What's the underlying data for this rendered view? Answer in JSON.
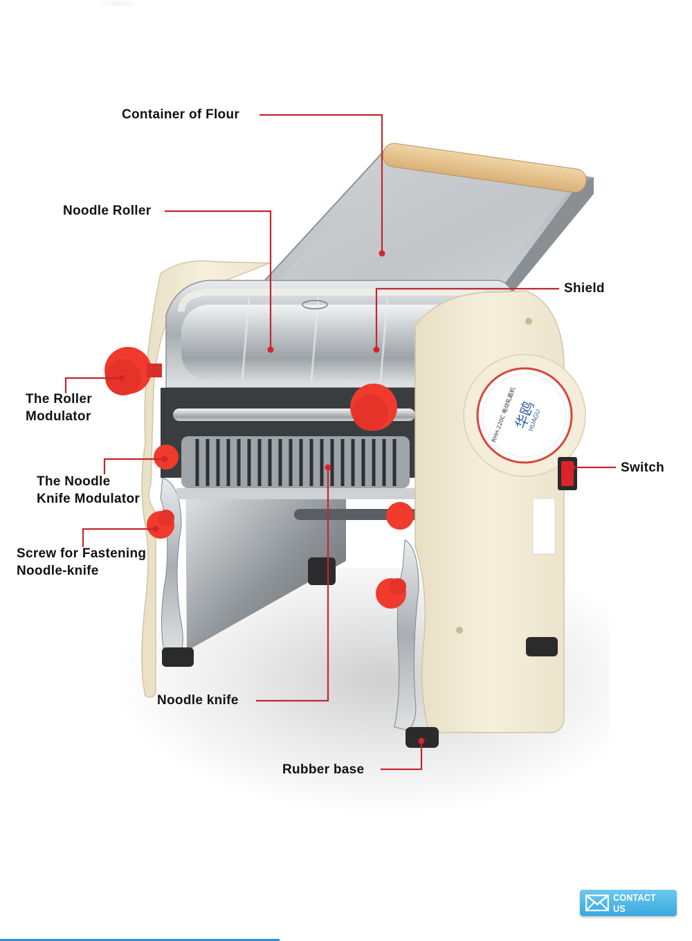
{
  "product": {
    "name_badge_text": "RHH-220C 电动轧面机",
    "brand_cn": "华鸥",
    "brand_en": "HUAGU"
  },
  "callouts": [
    {
      "id": "container-of-flour",
      "label_lines": [
        "Container of Flour"
      ]
    },
    {
      "id": "noodle-roller",
      "label_lines": [
        "Noodle Roller"
      ]
    },
    {
      "id": "shield",
      "label_lines": [
        "Shield"
      ]
    },
    {
      "id": "roller-modulator",
      "label_lines": [
        "The Roller",
        "Modulator"
      ]
    },
    {
      "id": "switch",
      "label_lines": [
        "Switch"
      ]
    },
    {
      "id": "noodle-knife-modulator",
      "label_lines": [
        "The Noodle",
        "Knife Modulator"
      ]
    },
    {
      "id": "screw-fastening",
      "label_lines": [
        "Screw for Fastening",
        "Noodle-knife"
      ]
    },
    {
      "id": "noodle-knife",
      "label_lines": [
        "Noodle knife"
      ]
    },
    {
      "id": "rubber-base",
      "label_lines": [
        "Rubber base"
      ]
    }
  ],
  "contact_button": {
    "label": "CONTACT US",
    "icon": "envelope-icon"
  },
  "colors": {
    "callout_line": "#c0282d",
    "knob_red": "#f03a2e",
    "body_cream": "#f1ead4",
    "steel": "#bfc3c6",
    "handle_wood": "#e6c48c",
    "contact_blue": "#45afe2",
    "bottom_rule": "#2a8fd4"
  }
}
